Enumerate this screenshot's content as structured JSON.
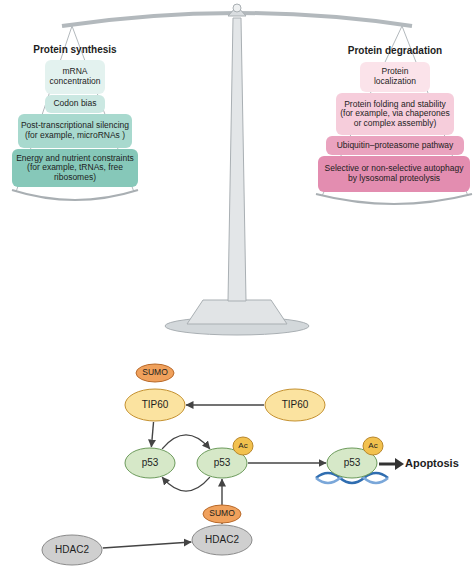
{
  "diagram": {
    "nodes": [
      {
        "text": [
          "mRNA concentration"
        ]
      },
      {
        "text": [
          "Codon bias"
        ]
      },
      {
        "text": [
          "Post-transcriptional silencing (for example, microRNAs )"
        ]
      },
      {
        "text": [
          "Energy and nutrient constraints (for example, tRNAs, free ribosomes)"
        ]
      },
      {
        "text": [
          "Protein localization"
        ]
      },
      {
        "text": [
          "Protein folding and stability (for example, via chaperones or complex assembly)"
        ]
      },
      {
        "text": [
          "Ubiquitin–proteasome pathway"
        ]
      },
      {
        "text": [
          "Selective or non-selective autophagy by lysosomal proteolysis"
        ]
      },
      {
        "text": [
          "SUMO"
        ]
      },
      {
        "text": [
          "TIP60"
        ]
      },
      {
        "text": [
          "TIP60"
        ]
      },
      {
        "text": [
          "p53"
        ]
      },
      {
        "text": [
          "p53"
        ]
      },
      {
        "text": [
          "Ac"
        ]
      },
      {
        "text": [
          "p53"
        ]
      },
      {
        "text": [
          "Ac"
        ]
      },
      {
        "text": [
          "SUMO"
        ]
      },
      {
        "text": [
          "HDAC2"
        ]
      },
      {
        "text": [
          "HDAC2"
        ]
      }
    ],
    "edges": [
      {
        "from": 10,
        "to": 9,
        "arrow": "to"
      },
      {
        "from": 9,
        "to": 11,
        "arrow": "to"
      },
      {
        "from": 11,
        "to": 12,
        "arrow": "to"
      },
      {
        "from": 12,
        "to": 11,
        "arrow": "to"
      },
      {
        "from": 12,
        "to": 14,
        "arrow": "to"
      },
      {
        "from": 17,
        "to": 12,
        "arrow": "to"
      },
      {
        "from": 18,
        "to": 17,
        "arrow": "to"
      }
    ],
    "labels": [
      "Protein synthesis",
      "Protein degradation",
      "Apoptosis"
    ]
  }
}
